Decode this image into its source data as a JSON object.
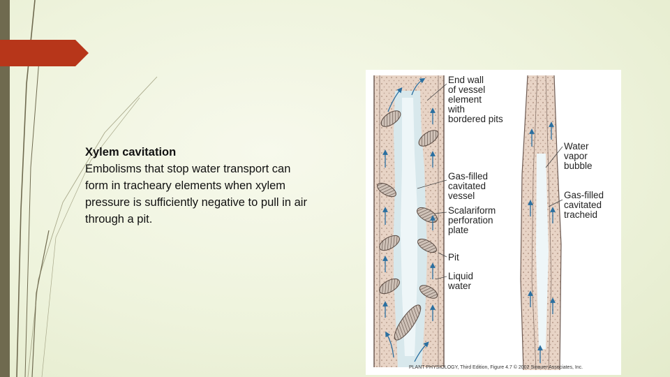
{
  "slide": {
    "accent_color": "#b7361a",
    "bar_color": "#6f6a4f",
    "text": {
      "title": "Xylem cavitation",
      "lines": [
        "Embolisms that stop water transport can",
        "form in tracheary elements when xylem",
        "pressure is sufficiently negative to pull in air",
        "through a pit."
      ]
    },
    "figure": {
      "labels": {
        "end_wall": [
          "End wall",
          "of vessel",
          "element",
          "with",
          "bordered pits"
        ],
        "gas_vessel": [
          "Gas-filled",
          "cavitated",
          "vessel"
        ],
        "scalariform": [
          "Scalariform",
          "perforation",
          "plate"
        ],
        "pit": [
          "Pit"
        ],
        "liquid": [
          "Liquid",
          "water"
        ],
        "vapor": [
          "Water",
          "vapor",
          "bubble"
        ],
        "gas_tracheid": [
          "Gas-filled",
          "cavitated",
          "tracheid"
        ]
      },
      "caption": "PLANT PHYSIOLOGY, Third Edition, Figure 4.7 © 2002 Sinauer Associates, Inc."
    }
  }
}
